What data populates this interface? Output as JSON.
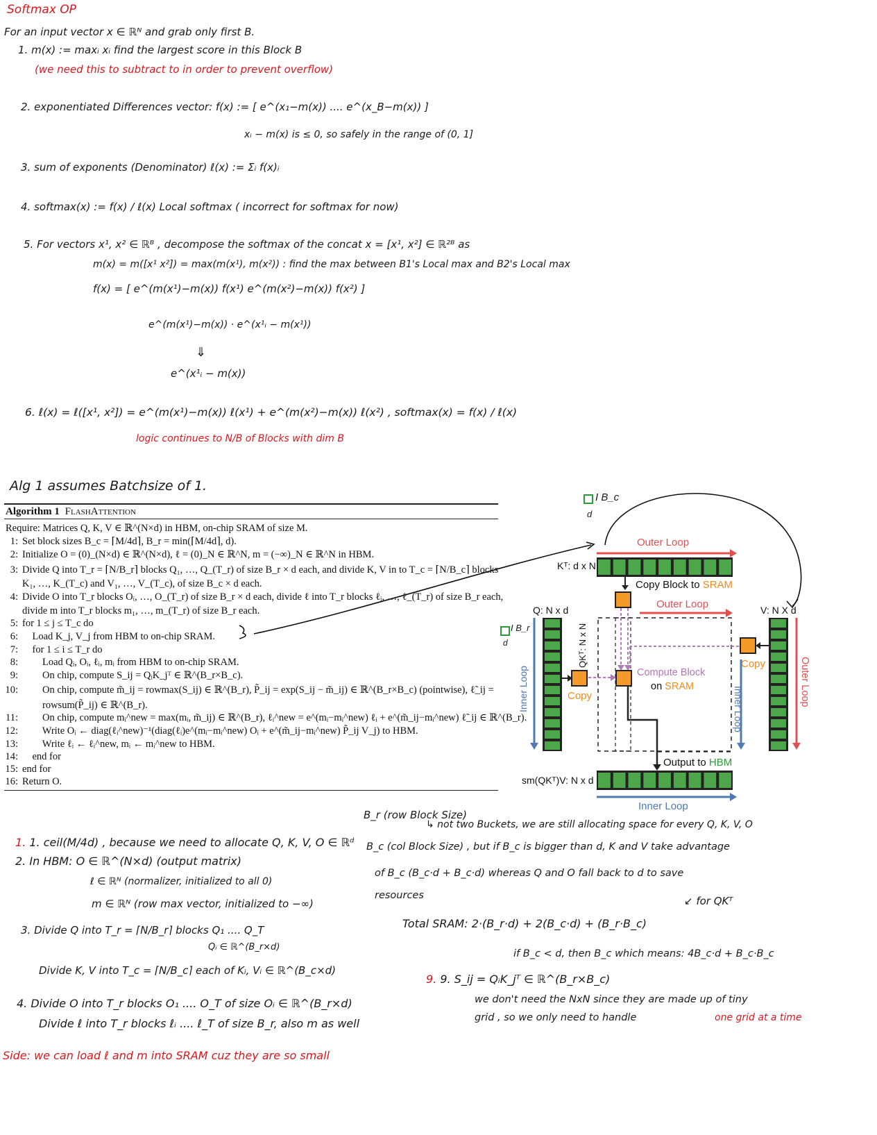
{
  "notes_top": {
    "title": "Softmax OP",
    "intro": "For an input vector  x ∈ ℝᴺ  and grab only first B.",
    "step1": "1.  m(x) := maxᵢ xᵢ     find the largest score in this Block B",
    "step1_note": "(we need this to subtract to in order to prevent overflow)",
    "step2": "2. exponentiated Differences vector:  f(x) := [ e^(x₁−m(x))  ....  e^(x_B−m(x)) ]",
    "step2_note": "xᵢ − m(x) is ≤ 0, so safely in the range of (0, 1]",
    "step3": "3. sum of exponents (Denominator)   ℓ(x) := Σᵢ f(x)ᵢ",
    "step4": "4. softmax(x) :=  f(x) / ℓ(x)     Local softmax ( incorrect for softmax for now)",
    "step5": "5. For vectors  x¹, x² ∈ ℝᴮ ,  decompose the softmax of the concat  x = [x¹, x²] ∈ ℝ²ᴮ  as",
    "step5_m": "m(x) = m([x¹ x²]) = max(m(x¹), m(x²)) : find the max between B1's Local max and B2's Local max",
    "step5_f": "f(x) = [ e^(m(x¹)−m(x)) f(x¹)     e^(m(x²)−m(x)) f(x²) ]",
    "step5_d1": "e^(m(x¹)−m(x)) · e^(x¹ᵢ − m(x¹))",
    "step5_d2": "⇓",
    "step5_d3": "e^(x¹ᵢ − m(x))",
    "step6": "6.  ℓ(x) = ℓ([x¹, x²]) = e^(m(x¹)−m(x)) ℓ(x¹) + e^(m(x²)−m(x)) ℓ(x²) ,   softmax(x) = f(x) / ℓ(x)",
    "step6_note": "logic continues to N/B of Blocks with dim B"
  },
  "alg_note": "Alg 1 assumes Batchsize of 1.",
  "algorithm": {
    "caption": "Algorithm 1",
    "name": "FlashAttention",
    "require": "Require: Matrices Q, K, V ∈ ℝ^(N×d) in HBM, on-chip SRAM of size M.",
    "lines": [
      {
        "n": "1:",
        "t": "Set block sizes B_c = ⌈M/4d⌉, B_r = min(⌈M/4d⌉, d)."
      },
      {
        "n": "2:",
        "t": "Initialize O = (0)_(N×d) ∈ ℝ^(N×d), ℓ = (0)_N ∈ ℝ^N, m = (−∞)_N ∈ ℝ^N in HBM."
      },
      {
        "n": "3:",
        "t": "Divide Q into T_r = ⌈N/B_r⌉ blocks Q₁, …, Q_(T_r) of size B_r × d each, and divide K, V in to T_c = ⌈N/B_c⌉ blocks"
      },
      {
        "n": "",
        "t": "K₁, …, K_(T_c) and V₁, …, V_(T_c), of size B_c × d each."
      },
      {
        "n": "4:",
        "t": "Divide O into T_r blocks Oᵢ, …, O_(T_r) of size B_r × d each, divide ℓ into T_r blocks ℓᵢ, …, ℓ_(T_r) of size B_r each,"
      },
      {
        "n": "",
        "t": "divide m into T_r blocks m₁, …, m_(T_r) of size B_r each."
      },
      {
        "n": "5:",
        "t": "for 1 ≤ j ≤ T_c do"
      },
      {
        "n": "6:",
        "t": "    Load K_j, V_j from HBM to on-chip SRAM."
      },
      {
        "n": "7:",
        "t": "    for 1 ≤ i ≤ T_r do"
      },
      {
        "n": "8:",
        "t": "        Load Qᵢ, Oᵢ, ℓᵢ, mᵢ from HBM to on-chip SRAM."
      },
      {
        "n": "9:",
        "t": "        On chip, compute S_ij = QᵢK_jᵀ ∈ ℝ^(B_r×B_c)."
      },
      {
        "n": "10:",
        "t": "        On chip, compute m̃_ij = rowmax(S_ij) ∈ ℝ^(B_r), P̃_ij = exp(S_ij − m̃_ij) ∈ ℝ^(B_r×B_c) (pointwise), ℓ̃_ij ="
      },
      {
        "n": "",
        "t": "        rowsum(P̃_ij) ∈ ℝ^(B_r)."
      },
      {
        "n": "11:",
        "t": "        On chip, compute mᵢ^new = max(mᵢ, m̃_ij) ∈ ℝ^(B_r), ℓᵢ^new = e^(mᵢ−mᵢ^new) ℓᵢ + e^(m̃_ij−mᵢ^new) ℓ̃_ij ∈ ℝ^(B_r)."
      },
      {
        "n": "12:",
        "t": "        Write Oᵢ ← diag(ℓᵢ^new)⁻¹(diag(ℓᵢ)e^(mᵢ−mᵢ^new) Oᵢ + e^(m̃_ij−mᵢ^new) P̃_ij V_j) to HBM."
      },
      {
        "n": "13:",
        "t": "        Write ℓᵢ ← ℓᵢ^new, mᵢ ← mᵢ^new to HBM."
      },
      {
        "n": "14:",
        "t": "    end for"
      },
      {
        "n": "15:",
        "t": "end for"
      },
      {
        "n": "16:",
        "t": "Return O."
      }
    ]
  },
  "diagram": {
    "block_label_top": "I B_c",
    "block_dim_top": "d",
    "block_label_left": "I B_r",
    "block_dim_left": "d",
    "outer_loop_top": "Outer Loop",
    "kt_label": "Kᵀ: d x N",
    "copy_block": "Copy Block to",
    "copy_block_sram": "SRAM",
    "outer_loop_mid": "Outer Loop",
    "q_label": "Q: N x d",
    "v_label": "V: N X d",
    "qkt_label": "QKᵀ: N x N",
    "compute_block": "Compute Block",
    "compute_on": "on",
    "compute_sram": "SRAM",
    "copy_left": "Copy",
    "copy_right": "Copy",
    "inner_loop_left": "Inner Loop",
    "inner_loop_right": "Inner Loop",
    "outer_loop_right": "Outer Loop",
    "output_to": "Output to",
    "output_hbm": "HBM",
    "smv_label": "sm(QKᵀ)V: N x d",
    "inner_loop_bottom": "Inner Loop",
    "colors": {
      "green": "#4ea64a",
      "orange": "#f39a2b",
      "red": "#e0504f",
      "blue": "#4f7ab3",
      "purple": "#b07ab6"
    }
  },
  "notes_bottom_left": {
    "b1": "1. ceil(M/4d) , because we need to allocate Q, K, V, O ∈ ℝᵈ",
    "b2": "2. In HBM:  O ∈ ℝ^(N×d) (output matrix)",
    "b2b": "ℓ ∈ ℝᴺ (normalizer, initialized to all 0)",
    "b2c": "m ∈ ℝᴺ (row max vector, initialized to −∞)",
    "b3": "3. Divide Q into T_r = ⌈N/B_r⌉ blocks Q₁ .... Q_T",
    "b3b": "Qᵢ ∈ ℝ^(B_r×d)",
    "b3c": "Divide K, V into T_c = ⌈N/B_c⌉ each of  Kᵢ, Vᵢ ∈ ℝ^(B_c×d)",
    "b4": "4. Divide O into T_r blocks O₁ .... O_T of size Oᵢ ∈ ℝ^(B_r×d)",
    "b4b": "Divide ℓ into T_r blocks ℓᵢ .... ℓ_T of size B_r, also m as well",
    "side": "Side: we can load ℓ and m into SRAM cuz they are so small"
  },
  "notes_bottom_right": {
    "r1": "B_r (row Block Size)",
    "r1b": "↳ not two Buckets, we are still allocating space for every Q, K, V, O",
    "r2": "B_c (col Block Size) , but if B_c is bigger than d, K and V take advantage",
    "r2b": "of B_c (B_c·d + B_c·d) whereas Q and O fall back to d to save",
    "r2c": "resources",
    "r3a": "↙ for QKᵀ",
    "r3": "Total SRAM: 2·(B_r·d) + 2(B_c·d) + (B_r·B_c)",
    "r3b": "if B_c < d, then B_c which means: 4B_c·d + B_c·B_c",
    "r9": "9.  S_ij = QᵢK_jᵀ ∈ ℝ^(B_r×B_c)",
    "r9b": "we don't need the NxN since they are made up of tiny",
    "r9c": "grid , so we only need to handle",
    "r9d": "one grid at a time"
  }
}
